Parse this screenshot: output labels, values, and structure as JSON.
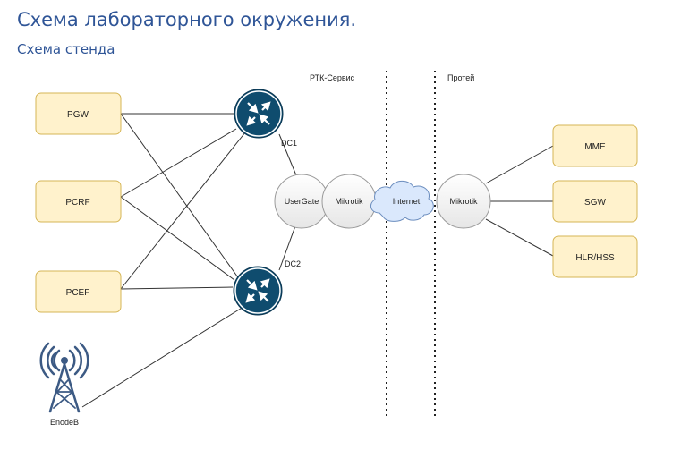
{
  "header": {
    "title": "Схема лабораторного окружения.",
    "subtitle": "Схема стенда"
  },
  "zones": {
    "left": "РТК-Сервис",
    "right": "Протей"
  },
  "nodes": {
    "pgw": "PGW",
    "pcrf": "PCRF",
    "pcef": "PCEF",
    "dc1": "DC1",
    "dc2": "DC2",
    "usergate": "UserGate",
    "mikrotik_left": "Mikrotik",
    "internet": "Internet",
    "mikrotik_right": "Mikrotik",
    "mme": "MME",
    "sgw": "SGW",
    "hlr_hss": "HLR/HSS",
    "enodeb": "EnodeB"
  },
  "colors": {
    "box_fill": "#fff2cc",
    "box_stroke": "#d6b656",
    "router_fill": "#0f4c6e",
    "cloud_fill": "#dae8fc",
    "cloud_stroke": "#6c8ebf",
    "circle_fill": "#f5f5f5",
    "title": "#2f5597",
    "tower": "#3c5a84"
  }
}
